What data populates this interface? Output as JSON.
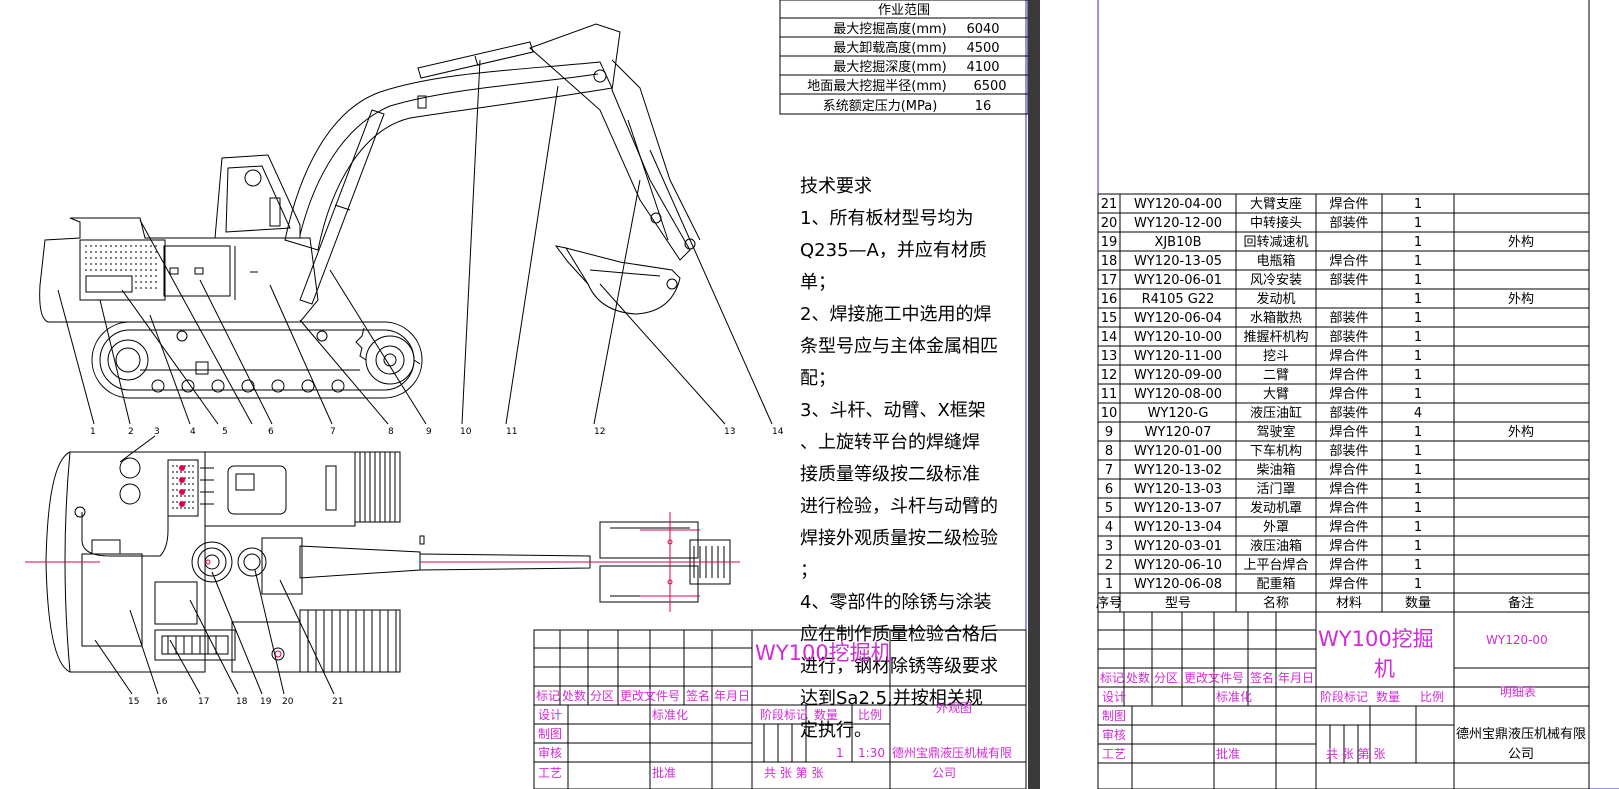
{
  "work_range": {
    "title": "作业范围",
    "rows": [
      {
        "label": "最大挖掘高度(mm)",
        "value": "6040"
      },
      {
        "label": "最大卸载高度(mm)",
        "value": "4500"
      },
      {
        "label": "最大挖掘深度(mm)",
        "value": "4100"
      },
      {
        "label": "地面最大挖掘半径(mm)",
        "value": "6500"
      },
      {
        "label": "系统额定压力(MPa)",
        "value": "16"
      }
    ]
  },
  "tech_req": {
    "lines": [
      "技术要求",
      "1、所有板材型号均为",
      "Q235—A，并应有材质",
      "单；",
      "2、焊接施工中选用的焊",
      "条型号应与主体金属相匹",
      "配；",
      "3、斗杆、动臂、X框架",
      "、上旋转平台的焊缝焊",
      "接质量等级按二级标准",
      "进行检验，斗杆与动臂的",
      "焊接外观质量按二级检验",
      "；",
      "4、零部件的除锈与涂装",
      "应在制作质量检验合格后",
      "进行，钢材除锈等级要求",
      "达到Sa2.5,并按相关规",
      "定执行。"
    ]
  },
  "callouts_side": [
    "1",
    "2",
    "3",
    "4",
    "5",
    "6",
    "7",
    "8",
    "9",
    "10",
    "11",
    "12",
    "13",
    "14"
  ],
  "callouts_top": [
    "15",
    "16",
    "17",
    "18",
    "19",
    "20",
    "21"
  ],
  "title_block_left": {
    "product": "WY100挖掘机",
    "header_labels": [
      "标记",
      "处数",
      "分区",
      "更改文件号",
      "签名",
      "年月日"
    ],
    "roles": [
      "设计",
      "制图",
      "审核",
      "工艺"
    ],
    "standardize": "标准化",
    "approve": "批准",
    "stage_labels": [
      "阶段标记",
      "数量",
      "比例"
    ],
    "qty": "1",
    "scale": "1:30",
    "sheet_note": "共    张 第   张",
    "drawing_name": "外观图",
    "company_line1": "德州宝鼎液压机械有限",
    "company_line2": "公司"
  },
  "bom": {
    "header": [
      "序号",
      "型号",
      "名称",
      "材料",
      "数量",
      "备注"
    ],
    "rows": [
      {
        "no": "21",
        "model": "WY120-04-00",
        "name": "大臂支座",
        "material": "焊合件",
        "qty": "1",
        "note": ""
      },
      {
        "no": "20",
        "model": "WY120-12-00",
        "name": "中转接头",
        "material": "部装件",
        "qty": "1",
        "note": ""
      },
      {
        "no": "19",
        "model": "XJB10B",
        "name": "回转减速机",
        "material": "",
        "qty": "1",
        "note": "外构"
      },
      {
        "no": "18",
        "model": "WY120-13-05",
        "name": "电瓶箱",
        "material": "焊合件",
        "qty": "1",
        "note": ""
      },
      {
        "no": "17",
        "model": "WY120-06-01",
        "name": "风冷安装",
        "material": "部装件",
        "qty": "1",
        "note": ""
      },
      {
        "no": "16",
        "model": "R4105 G22",
        "name": "发动机",
        "material": "",
        "qty": "1",
        "note": "外构"
      },
      {
        "no": "15",
        "model": "WY120-06-04",
        "name": "水箱散热",
        "material": "部装件",
        "qty": "1",
        "note": ""
      },
      {
        "no": "14",
        "model": "WY120-10-00",
        "name": "推握杆机构",
        "material": "部装件",
        "qty": "1",
        "note": ""
      },
      {
        "no": "13",
        "model": "WY120-11-00",
        "name": "挖斗",
        "material": "焊合件",
        "qty": "1",
        "note": ""
      },
      {
        "no": "12",
        "model": "WY120-09-00",
        "name": "二臂",
        "material": "焊合件",
        "qty": "1",
        "note": ""
      },
      {
        "no": "11",
        "model": "WY120-08-00",
        "name": "大臂",
        "material": "焊合件",
        "qty": "1",
        "note": ""
      },
      {
        "no": "10",
        "model": "WY120-G",
        "name": "液压油缸",
        "material": "部装件",
        "qty": "4",
        "note": ""
      },
      {
        "no": "9",
        "model": "WY120-07",
        "name": "驾驶室",
        "material": "焊合件",
        "qty": "1",
        "note": "外构"
      },
      {
        "no": "8",
        "model": "WY120-01-00",
        "name": "下车机构",
        "material": "部装件",
        "qty": "1",
        "note": ""
      },
      {
        "no": "7",
        "model": "WY120-13-02",
        "name": "柴油箱",
        "material": "焊合件",
        "qty": "1",
        "note": ""
      },
      {
        "no": "6",
        "model": "WY120-13-03",
        "name": "活门罩",
        "material": "焊合件",
        "qty": "1",
        "note": ""
      },
      {
        "no": "5",
        "model": "WY120-13-07",
        "name": "发动机罩",
        "material": "焊合件",
        "qty": "1",
        "note": ""
      },
      {
        "no": "4",
        "model": "WY120-13-04",
        "name": "外罩",
        "material": "焊合件",
        "qty": "1",
        "note": ""
      },
      {
        "no": "3",
        "model": "WY120-03-01",
        "name": "液压油箱",
        "material": "焊合件",
        "qty": "1",
        "note": ""
      },
      {
        "no": "2",
        "model": "WY120-06-10",
        "name": "上平台焊合",
        "material": "焊合件",
        "qty": "1",
        "note": ""
      },
      {
        "no": "1",
        "model": "WY120-06-08",
        "name": "配重箱",
        "material": "焊合件",
        "qty": "1",
        "note": ""
      }
    ]
  },
  "title_block_right": {
    "product_line1": "WY100挖掘",
    "product_line2": "机",
    "code": "WY120-00",
    "drawing_name": "明细表",
    "header_labels": [
      "标记",
      "处数",
      "分区",
      "更改文件号",
      "签名",
      "年月日"
    ],
    "roles": [
      "设计",
      "制图",
      "审核",
      "工艺"
    ],
    "standardize": "标准化",
    "approve": "批准",
    "stage_labels": [
      "阶段标记",
      "数量",
      "比例"
    ],
    "sheet_note": "共    张 第   张",
    "company_line1": "德州宝鼎液压机械有限",
    "company_line2": "公司"
  }
}
